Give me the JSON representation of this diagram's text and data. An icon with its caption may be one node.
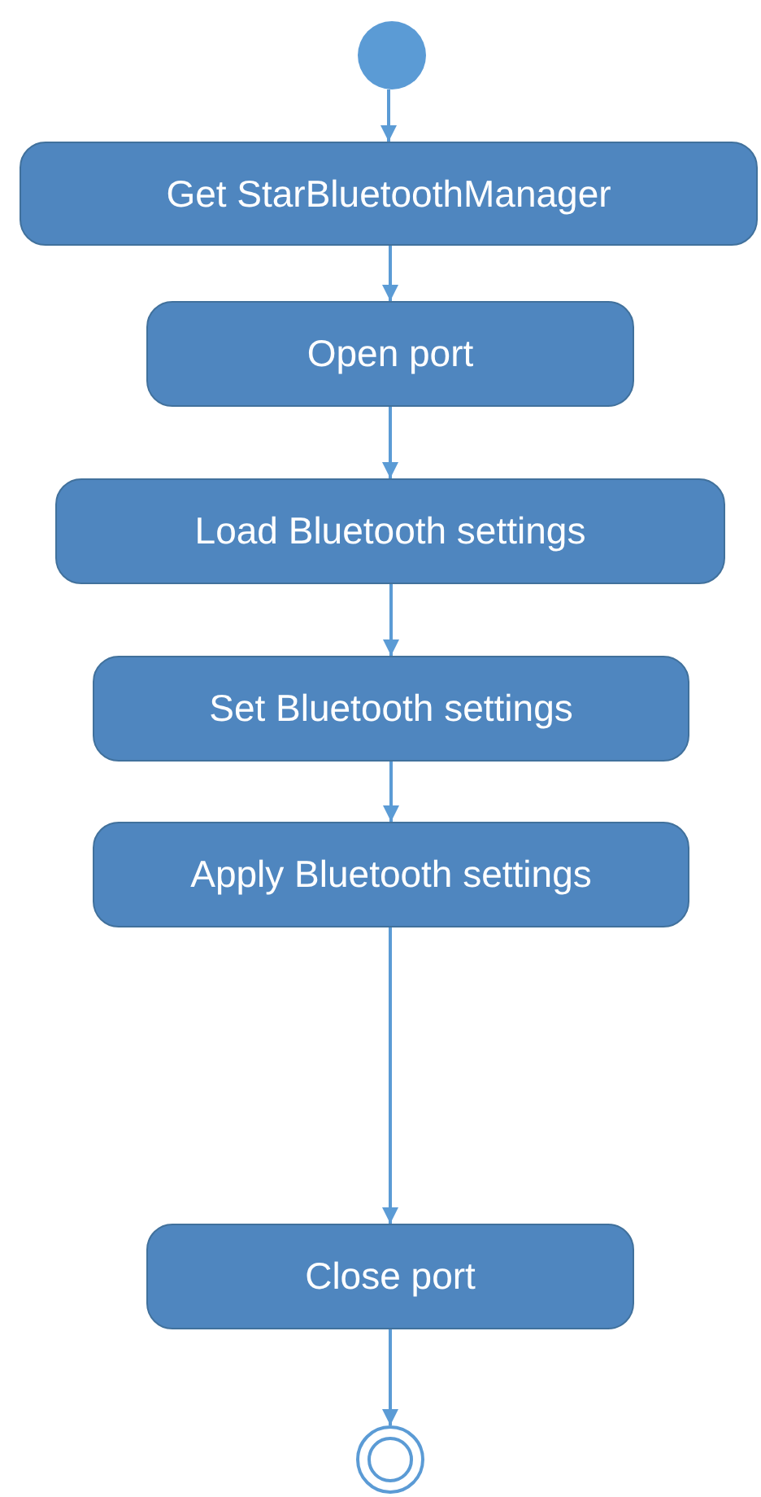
{
  "diagram": {
    "nodes": [
      {
        "text": [],
        "shape": "circle"
      },
      {
        "text": [
          "Get StarBluetoothManager"
        ]
      },
      {
        "text": [
          "Open port"
        ]
      },
      {
        "text": [
          "Load Bluetooth settings"
        ]
      },
      {
        "text": [
          "Set Bluetooth settings"
        ]
      },
      {
        "text": [
          "Apply Bluetooth settings"
        ]
      },
      {
        "text": [
          "Close port"
        ]
      },
      {
        "text": [],
        "shape": "circle"
      }
    ],
    "edges": [
      {
        "from": 0,
        "to": 1,
        "arrow": "to"
      },
      {
        "from": 1,
        "to": 2,
        "arrow": "to"
      },
      {
        "from": 2,
        "to": 3,
        "arrow": "to"
      },
      {
        "from": 3,
        "to": 4,
        "arrow": "to"
      },
      {
        "from": 4,
        "to": 5,
        "arrow": "to"
      },
      {
        "from": 5,
        "to": 6,
        "arrow": "to"
      },
      {
        "from": 6,
        "to": 7,
        "arrow": "to"
      }
    ]
  }
}
